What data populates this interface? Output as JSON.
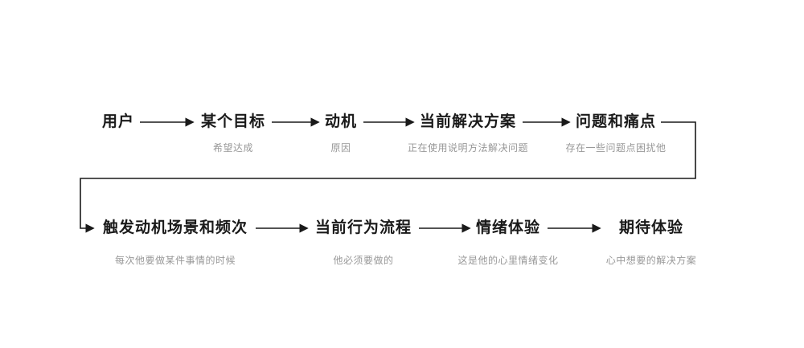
{
  "diagram": {
    "title": "user-journey-flow",
    "line_color": "#1a1a1a",
    "note_color": "#989898",
    "row1": [
      {
        "label": "用户",
        "note": ""
      },
      {
        "label": "某个目标",
        "note": "希望达成"
      },
      {
        "label": "动机",
        "note": "原因"
      },
      {
        "label": "当前解决方案",
        "note": "正在使用说明方法解决问题"
      },
      {
        "label": "问题和痛点",
        "note": "存在一些问题点困扰他"
      }
    ],
    "row2": [
      {
        "label": "触发动机场景和频次",
        "note": "每次他要做某件事情的时候"
      },
      {
        "label": "当前行为流程",
        "note": "他必须要做的"
      },
      {
        "label": "情绪体验",
        "note": "这是他的心里情绪变化"
      },
      {
        "label": "期待体验",
        "note": "心中想要的解决方案"
      }
    ]
  }
}
